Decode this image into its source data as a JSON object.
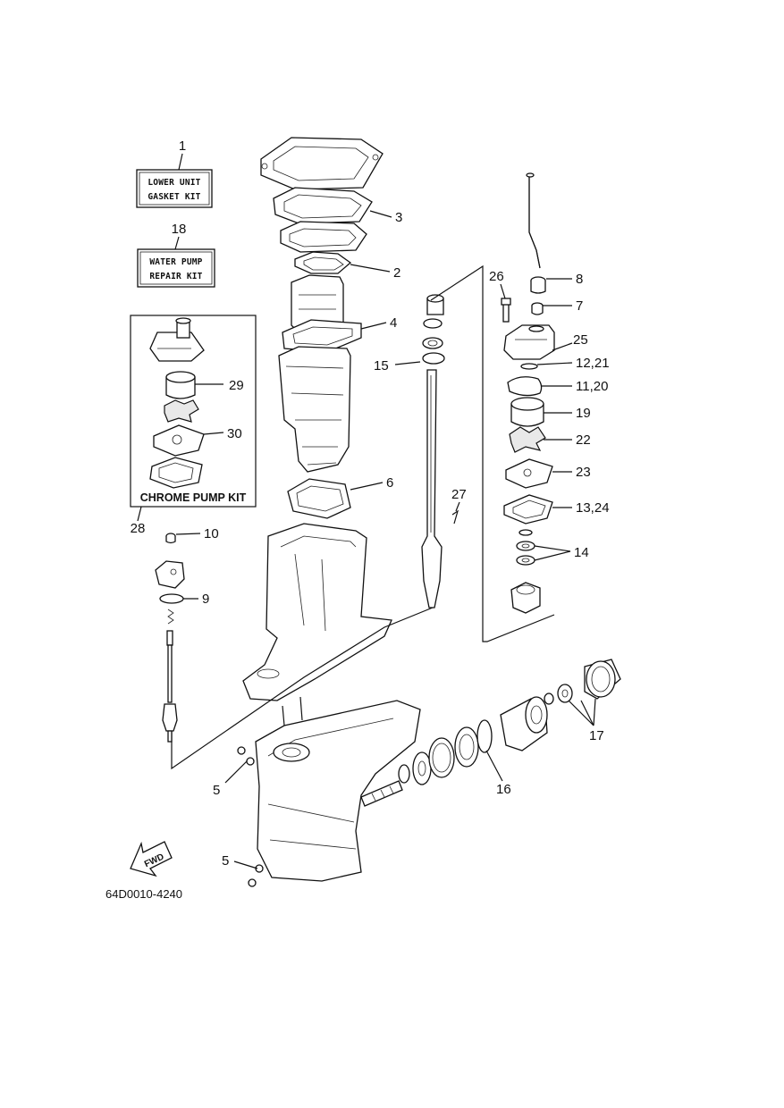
{
  "kits": {
    "gasket": {
      "number": "1",
      "line1": "LOWER UNIT",
      "line2": "GASKET KIT"
    },
    "water_pump": {
      "number": "18",
      "line1": "WATER PUMP",
      "line2": "REPAIR KIT"
    },
    "chrome_pump": {
      "number": "28",
      "label": "CHROME PUMP KIT",
      "parts": [
        "29",
        "30"
      ]
    }
  },
  "callouts": {
    "p2": "2",
    "p3": "3",
    "p4": "4",
    "p5a": "5",
    "p5b": "5",
    "p6": "6",
    "p7": "7",
    "p8": "8",
    "p9": "9",
    "p10": "10",
    "p11_20": "11,20",
    "p12_21": "12,21",
    "p13_24": "13,24",
    "p14": "14",
    "p15": "15",
    "p16": "16",
    "p17": "17",
    "p19": "19",
    "p22": "22",
    "p23": "23",
    "p25": "25",
    "p26": "26",
    "p27": "27"
  },
  "direction_marker": "FWD",
  "drawing_code": "64D0010-4240"
}
